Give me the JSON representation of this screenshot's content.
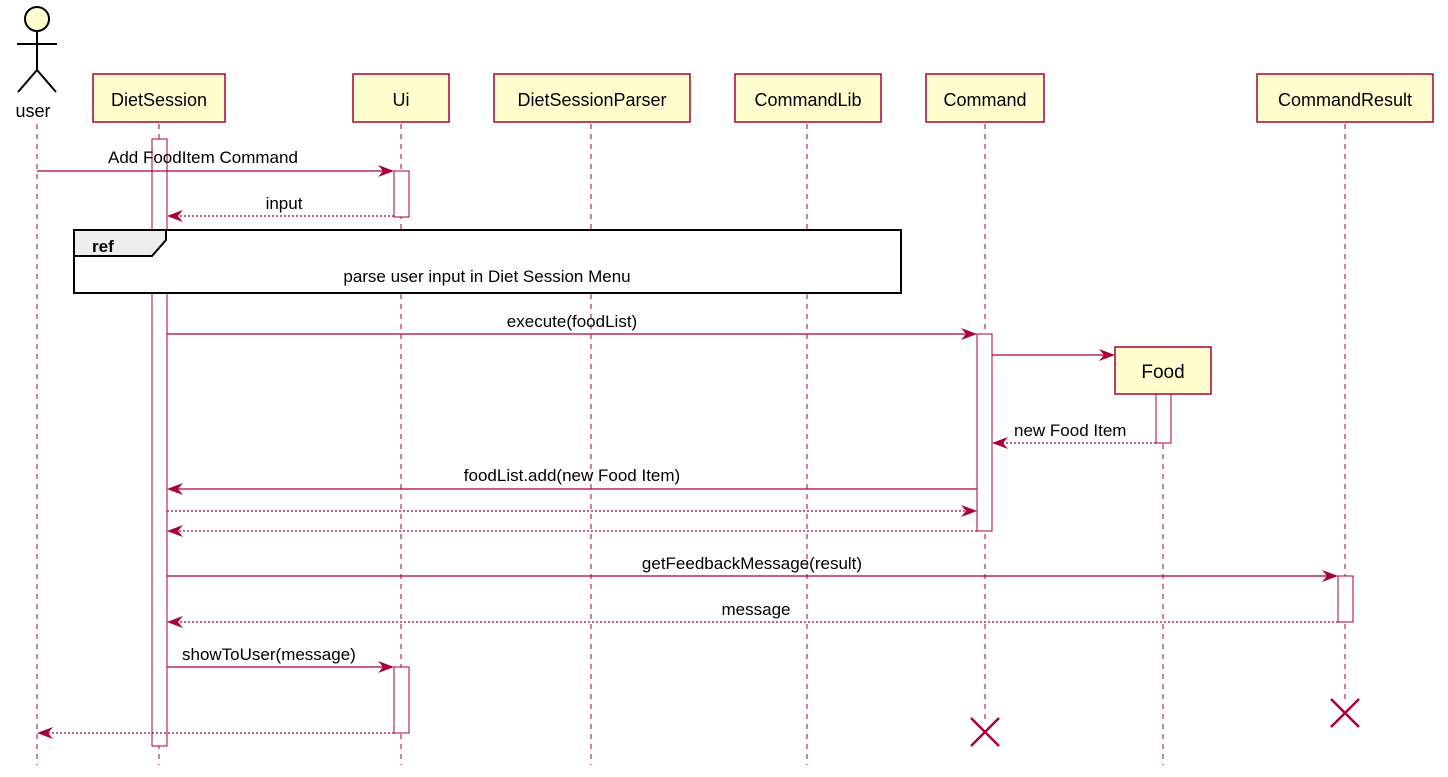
{
  "actor": {
    "label": "user",
    "icon": "stick-figure-icon"
  },
  "participants": {
    "dietSession": "DietSession",
    "ui": "Ui",
    "parser": "DietSessionParser",
    "commandLib": "CommandLib",
    "command": "Command",
    "commandResult": "CommandResult",
    "food": "Food"
  },
  "ref": {
    "tag": "ref",
    "text": "parse user input in Diet Session Menu"
  },
  "messages": {
    "m1": "Add FoodItem Command",
    "m2": "input",
    "m3": "execute(foodList)",
    "m4": "new Food Item",
    "m5": "foodList.add(new Food Item)",
    "m6": "getFeedbackMessage(result)",
    "m7": "message",
    "m8": "showToUser(message)"
  },
  "colors": {
    "accent": "#A80036",
    "participant_fill": "#FEFECE",
    "ref_tab_fill": "#EEEEEE"
  }
}
